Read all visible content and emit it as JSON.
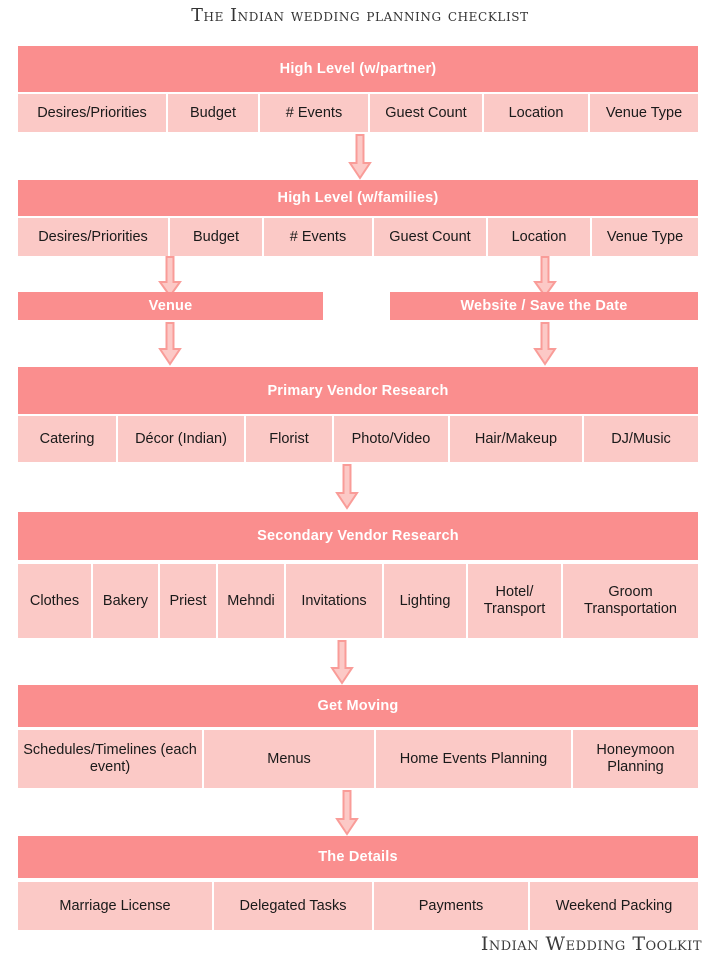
{
  "title": "The Indian wedding planning checklist",
  "footer": "Indian Wedding Toolkit",
  "colors": {
    "header_bar": "#FA8E8E",
    "cell": "#FBC9C6",
    "arrow_fill": "#FCC9C6",
    "arrow_stroke": "#F99C98",
    "header_text": "#FFFFFF",
    "cell_text": "#1A1A1A",
    "page_background": "#FFFFFF"
  },
  "sections": [
    {
      "id": "high-level-partner",
      "header": "High Level (w/partner)",
      "cells": [
        "Desires/Priorities",
        "Budget",
        "# Events",
        "Guest Count",
        "Location",
        "Venue Type"
      ]
    },
    {
      "id": "high-level-families",
      "header": "High Level (w/families)",
      "cells": [
        "Desires/Priorities",
        "Budget",
        "# Events",
        "Guest Count",
        "Location",
        "Venue Type"
      ]
    },
    {
      "id": "venue",
      "header": "Venue",
      "cells": []
    },
    {
      "id": "website-save-the-date",
      "header": "Website / Save the Date",
      "cells": []
    },
    {
      "id": "primary-vendor-research",
      "header": "Primary Vendor Research",
      "cells": [
        "Catering",
        "Décor  (Indian)",
        "Florist",
        "Photo/Video",
        "Hair/Makeup",
        "DJ/Music"
      ]
    },
    {
      "id": "secondary-vendor-research",
      "header": "Secondary Vendor Research",
      "cells": [
        "Clothes",
        "Bakery",
        "Priest",
        "Mehndi",
        "Invitations",
        "Lighting",
        "Hotel/ Transport",
        "Groom Transportation"
      ]
    },
    {
      "id": "get-moving",
      "header": "Get Moving",
      "cells": [
        "Schedules/Timelines (each event)",
        "Menus",
        "Home Events Planning",
        "Honeymoon Planning"
      ]
    },
    {
      "id": "the-details",
      "header": "The Details",
      "cells": [
        "Marriage License",
        "Delegated Tasks",
        "Payments",
        "Weekend Packing"
      ]
    }
  ],
  "connectors": [
    {
      "id": "partner-to-families",
      "icon": "down-arrow-icon"
    },
    {
      "id": "families-to-venue",
      "icon": "down-arrow-icon"
    },
    {
      "id": "families-to-website",
      "icon": "down-arrow-icon"
    },
    {
      "id": "venue-to-primary",
      "icon": "down-arrow-icon"
    },
    {
      "id": "website-to-primary",
      "icon": "down-arrow-icon"
    },
    {
      "id": "primary-to-secondary",
      "icon": "down-arrow-icon"
    },
    {
      "id": "secondary-to-get-moving",
      "icon": "down-arrow-icon"
    },
    {
      "id": "get-moving-to-details",
      "icon": "down-arrow-icon"
    }
  ]
}
